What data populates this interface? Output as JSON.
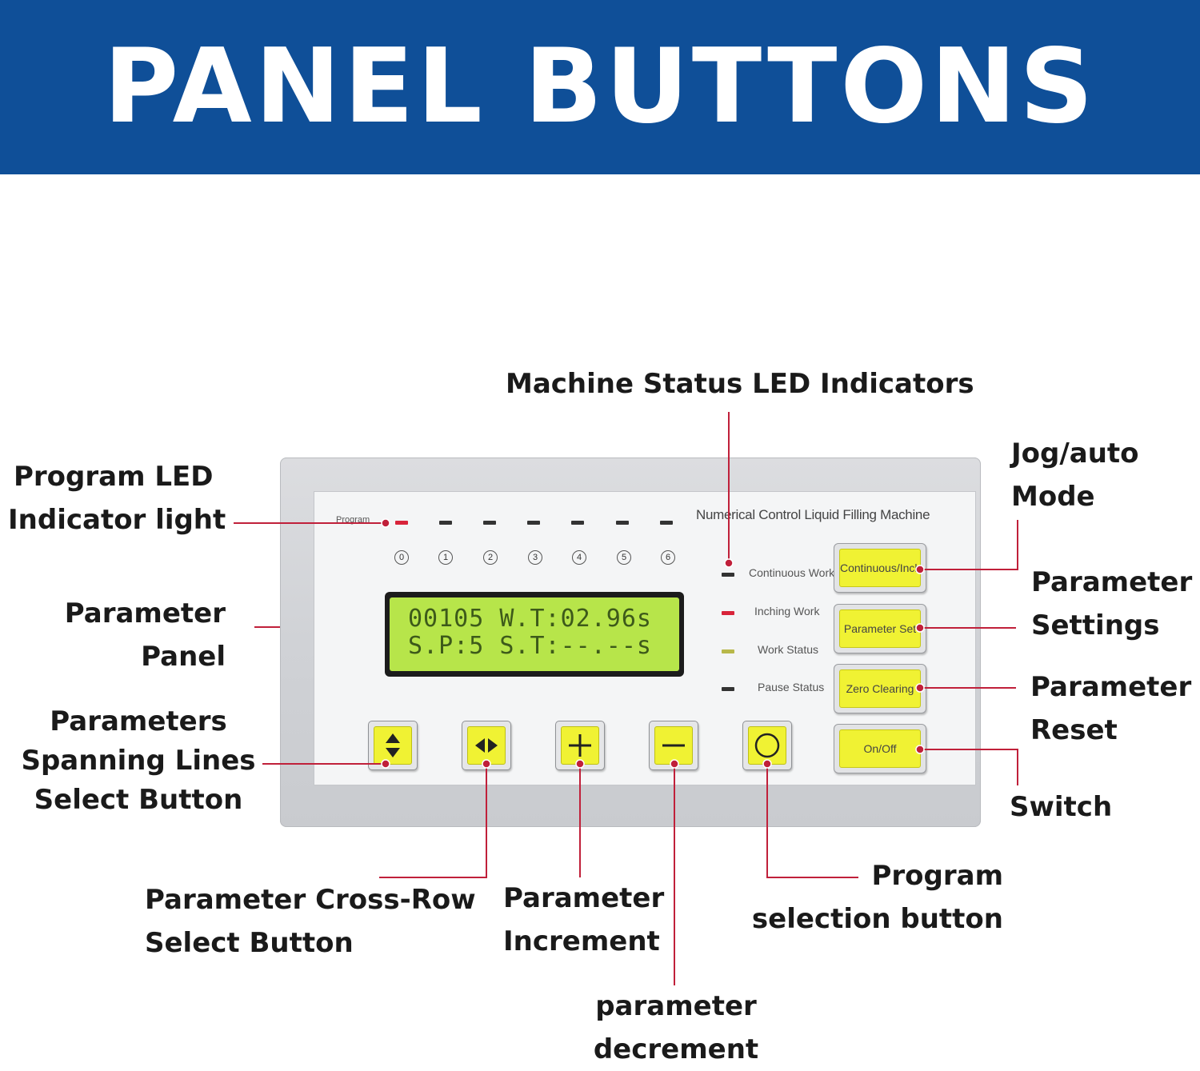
{
  "banner": {
    "title": "PANEL BUTTONS"
  },
  "callouts": {
    "machine_status": "Machine Status LED Indicators",
    "program_led": [
      "Program LED",
      "Indicator light"
    ],
    "parameter_panel": [
      "Parameter",
      "Panel"
    ],
    "spanning_lines": [
      "Parameters",
      "Spanning Lines",
      "Select Button"
    ],
    "cross_row": [
      "Parameter Cross-Row",
      "Select Button"
    ],
    "increment": [
      "Parameter",
      "Increment"
    ],
    "decrement": [
      "parameter",
      "decrement"
    ],
    "program_select": [
      "Program",
      "selection button"
    ],
    "jog_auto": [
      "Jog/auto",
      "Mode"
    ],
    "param_settings": [
      "Parameter",
      "Settings"
    ],
    "param_reset": [
      "Parameter",
      "Reset"
    ],
    "switch": "Switch"
  },
  "panel": {
    "title": "Numerical Control Liquid Filling Machine",
    "program_label": "Program",
    "program_numbers": [
      "0",
      "1",
      "2",
      "3",
      "4",
      "5",
      "6"
    ],
    "lcd": {
      "line1": "00105 W.T:02.96s",
      "line2": "S.P:5 S.T:--.--s"
    },
    "status_leds": [
      "Continuous Work",
      "Inching Work",
      "Work Status",
      "Pause Status"
    ],
    "side_buttons": [
      "Continuous/Inching",
      "Parameter Set",
      "Zero Clearing",
      "On/Off"
    ],
    "keys": [
      "up-down-arrows-icon",
      "left-right-arrows-icon",
      "plus-icon",
      "minus-icon",
      "circle-icon"
    ]
  },
  "colors": {
    "banner": "#0f4f98",
    "leader_line": "#c0203a",
    "lcd_green": "#b7e54a",
    "button_yellow": "#f0f233"
  }
}
